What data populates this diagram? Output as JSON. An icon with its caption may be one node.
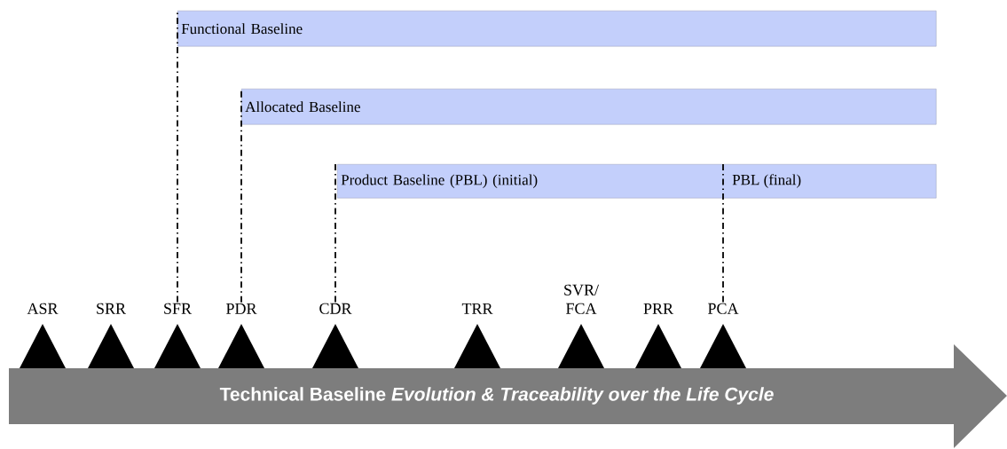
{
  "diagram": {
    "nodes": [
      {
        "text": [
          "Functional Baseline"
        ]
      },
      {
        "text": [
          "Allocated Baseline"
        ]
      },
      {
        "text": [
          "Product Baseline (PBL) (initial)",
          "PBL (final)"
        ]
      },
      {
        "text": [
          "ASR"
        ]
      },
      {
        "text": [
          "SRR"
        ]
      },
      {
        "text": [
          "SFR"
        ]
      },
      {
        "text": [
          "PDR"
        ]
      },
      {
        "text": [
          "CDR"
        ]
      },
      {
        "text": [
          "TRR"
        ]
      },
      {
        "text": [
          "SVR/ FCA"
        ]
      },
      {
        "text": [
          "PRR"
        ]
      },
      {
        "text": [
          "PCA"
        ]
      },
      {
        "text": [
          "Technical Baseline *Evolution & Traceability over the Life Cycle*"
        ]
      }
    ],
    "edges": [
      {
        "from": 5,
        "to": 0,
        "arrow": "none",
        "style": "dashed"
      },
      {
        "from": 6,
        "to": 1,
        "arrow": "none",
        "style": "dashed"
      },
      {
        "from": 7,
        "to": 2,
        "arrow": "none",
        "style": "dashed"
      },
      {
        "from": 11,
        "to": 2,
        "arrow": "none",
        "style": "dashed"
      }
    ]
  }
}
